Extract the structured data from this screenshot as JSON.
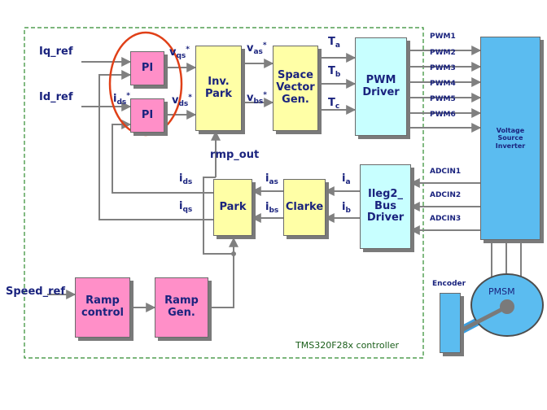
{
  "inputs": {
    "iq_ref": "Iq_ref",
    "id_ref": "Id_ref",
    "speed_ref": "Speed_ref"
  },
  "blocks": {
    "pi_top": "PI",
    "pi_bottom": "PI",
    "inv_park": "Inv.\nPark",
    "svgen": "Space\nVector\nGen.",
    "pwm_driver": "PWM\nDriver",
    "vsi": "Voltage\nSource\nInverter",
    "park": "Park",
    "clarke": "Clarke",
    "ileg2": "Ileg2_\nBus\nDriver",
    "ramp_control": "Ramp\ncontrol",
    "ramp_gen": "Ramp\nGen.",
    "encoder": "Encoder",
    "pmsm": "PMSM"
  },
  "signals": {
    "v": "v",
    "qs": "qs",
    "ds": "ds",
    "as": "as",
    "bs": "bs",
    "star": "*",
    "i": "i",
    "T": "T",
    "a": "a",
    "b": "b",
    "c": "c",
    "rmp_out": "rmp_out"
  },
  "pwm_labels": [
    "PWM1",
    "PWM2",
    "PWM3",
    "PWM4",
    "PWM5",
    "PWM6"
  ],
  "adc_labels": [
    "ADCIN1",
    "ADCIN2",
    "ADCIN3"
  ],
  "controller_label": "TMS320F28x controller",
  "colors": {
    "signal_text": "#1a237e",
    "pink": "#ff8fc8",
    "yellow": "#ffffa6",
    "cyan": "#c8ffff",
    "blue": "#5bbcf0",
    "highlight": "#e04018",
    "border": "#2e8b2e"
  }
}
